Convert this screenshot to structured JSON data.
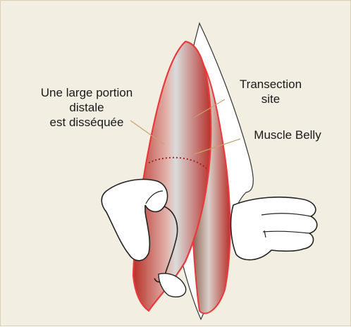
{
  "labels": {
    "dissected": "Une large portion\ndistale\nest disséquée",
    "transection": "Transection\nsite",
    "muscle_belly": "Muscle Belly"
  },
  "colors": {
    "background": "#f3eee2",
    "muscle_dark": "#b8302a",
    "muscle_light": "#d9dcdc",
    "outline": "#e83a3a",
    "leader_line": "#c8a070",
    "transection_dots": "#a01818"
  }
}
